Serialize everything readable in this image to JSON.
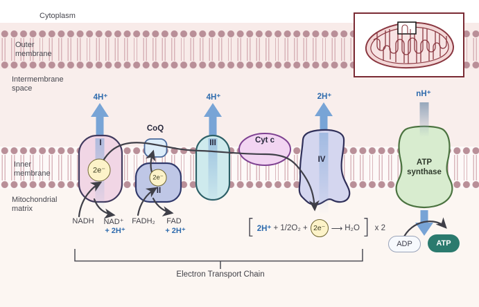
{
  "regions": {
    "cytoplasm": "Cytoplasm",
    "outer_membrane": [
      "Outer",
      "membrane"
    ],
    "intermembrane_space": [
      "Intermembrane",
      "space"
    ],
    "inner_membrane": [
      "Inner",
      "membrane"
    ],
    "mitochondrial_matrix": [
      "Mitochondrial",
      "matrix"
    ]
  },
  "proton_pumps": {
    "complex_i": "4H⁺",
    "complex_iii": "4H⁺",
    "complex_iv": "2H⁺",
    "atp_synthase": "nH⁺"
  },
  "complexes": {
    "i": "I",
    "ii": "II",
    "iii": "III",
    "iv": "IV",
    "coq": "CoQ",
    "cyt_c": "Cyt c",
    "atp_synthase": [
      "ATP",
      "synthase"
    ]
  },
  "electron_carrier": "2e⁻",
  "reactions": {
    "nadh": "NADH",
    "nad": "NAD⁺",
    "nad_protons": "+ 2H⁺",
    "fadh2": "FADH₂",
    "fad": "FAD",
    "fad_protons": "+ 2H⁺"
  },
  "oxygen_reaction": {
    "open_bracket": "[",
    "protons": "2H⁺",
    "oxygen_term": "+ 1/2O₂ +",
    "electrons": "2e⁻",
    "arrow": "⟶",
    "water": "H₂O",
    "close_bracket": "]",
    "multiplier": "x 2"
  },
  "products": {
    "adp": "ADP",
    "atp": "ATP"
  },
  "caption": "Electron Transport Chain",
  "colors": {
    "proton_label": "#2e6bad",
    "proton_arrow": "#78a4d6",
    "electron_path": "#3f3f48",
    "membrane_head": "#b98f98",
    "electron_circle_fill": "#fdf3c9",
    "complex_i_fill": "#f1d6e5",
    "complex_ii_fill": "#bfc7e6",
    "complex_iii_fill": "#ceeaed",
    "complex_iv_fill": "#d4d6ef",
    "cyt_c_fill": "#f2d5f2",
    "coq_fill": "#dcecf9",
    "atp_synthase_fill": "#d8eccf",
    "atp_pill": "#2b7a6e",
    "inset_border": "#7a2a33"
  }
}
